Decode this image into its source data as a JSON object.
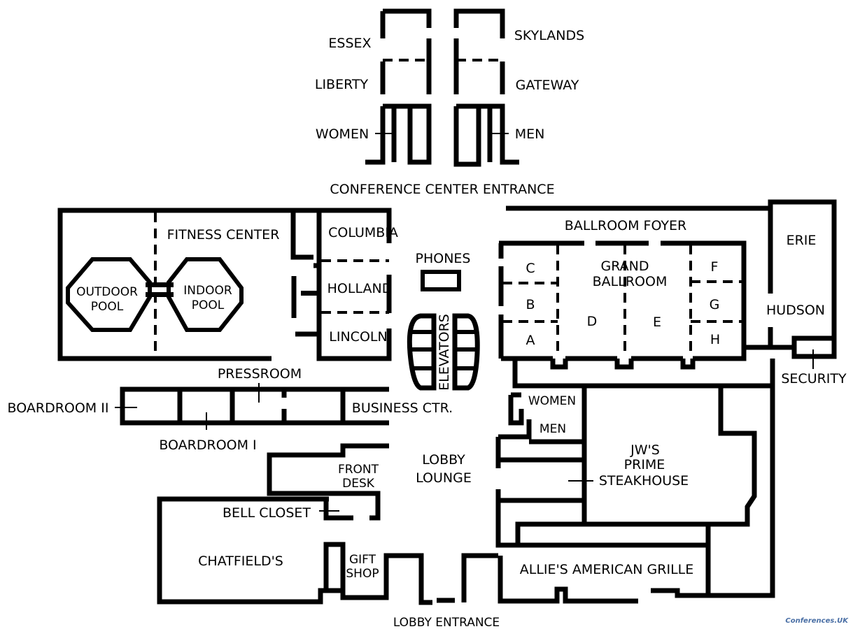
{
  "rooms": {
    "essex": "ESSEX",
    "liberty": "LIBERTY",
    "women_conf": "WOMEN",
    "skylands": "SKYLANDS",
    "gateway": "GATEWAY",
    "men_conf": "MEN",
    "conference_center_entrance": "CONFERENCE CENTER ENTRANCE",
    "fitness_center": "FITNESS CENTER",
    "outdoor_pool_1": "OUTDOOR",
    "outdoor_pool_2": "POOL",
    "indoor_pool_1": "INDOOR",
    "indoor_pool_2": "POOL",
    "columbia": "COLUMBIA",
    "holland": "HOLLAND",
    "lincoln": "LINCOLN",
    "phones": "PHONES",
    "elevators": "ELEVATORS",
    "ballroom_foyer": "BALLROOM FOYER",
    "grand_ballroom_1": "GRAND",
    "grand_ballroom_2": "BALLROOM",
    "sec_a": "A",
    "sec_b": "B",
    "sec_c": "C",
    "sec_d": "D",
    "sec_e": "E",
    "sec_f": "F",
    "sec_g": "G",
    "sec_h": "H",
    "erie": "ERIE",
    "hudson": "HUDSON",
    "security": "SECURITY",
    "pressroom": "PRESSROOM",
    "boardroom_ii": "BOARDROOM II",
    "boardroom_i": "BOARDROOM I",
    "business_ctr": "BUSINESS CTR.",
    "women_lobby": "WOMEN",
    "men_lobby": "MEN",
    "jws_1": "JW'S",
    "jws_2": "PRIME",
    "jws_3": "STEAKHOUSE",
    "front_desk_1": "FRONT",
    "front_desk_2": "DESK",
    "lobby_lounge_1": "LOBBY",
    "lobby_lounge_2": "LOUNGE",
    "bell_closet": "BELL CLOSET",
    "chatfields": "CHATFIELD'S",
    "gift_shop_1": "GIFT",
    "gift_shop_2": "SHOP",
    "allies": "ALLIE'S AMERICAN GRILLE",
    "lobby_entrance": "LOBBY ENTRANCE"
  },
  "watermark": "Conferences.UK"
}
